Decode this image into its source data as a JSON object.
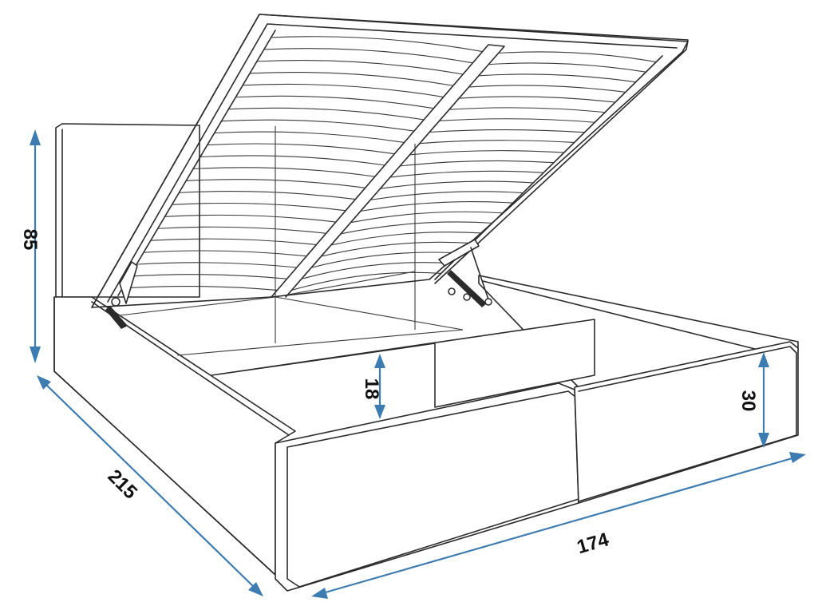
{
  "diagram": {
    "dimensions": {
      "height_total": "85",
      "length": "215",
      "width": "174",
      "storage_depth": "18",
      "frame_height": "30"
    },
    "colors": {
      "dimension_line": "#3d7cb0",
      "outline": "#2b2b2b",
      "background": "#ffffff"
    },
    "slat_count": 22
  }
}
